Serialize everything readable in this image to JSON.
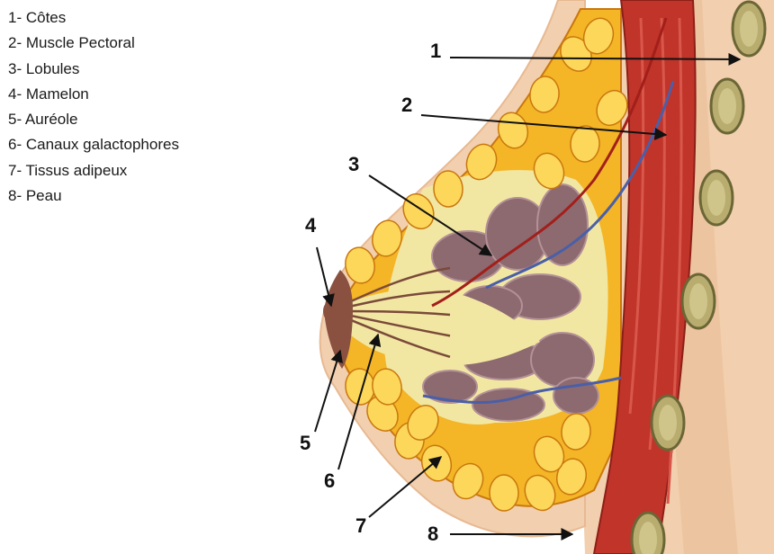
{
  "legend": [
    "1- Côtes",
    "2- Muscle Pectoral",
    "3- Lobules",
    "4- Mamelon",
    "5- Auréole",
    "6- Canaux galactophores",
    "7- Tissus adipeux",
    "8- Peau"
  ],
  "callouts": [
    "1",
    "2",
    "3",
    "4",
    "5",
    "6",
    "7",
    "8"
  ],
  "colors": {
    "skin": "#f2cfae",
    "skin_shade": "#e7b992",
    "fat": "#f4b526",
    "fat_light": "#fcd75a",
    "fat_outline": "#c9770e",
    "muscle": "#c0342a",
    "muscle_light": "#d9574a",
    "rib": "#b8ad6e",
    "rib_outline": "#6b6636",
    "lobule": "#8c6a70",
    "lobule_light": "#b39196",
    "duct_area": "#f2e7a2",
    "areola": "#8a5140",
    "artery": "#a21f1a",
    "vein": "#4a5fa8",
    "arrow": "#111111"
  }
}
